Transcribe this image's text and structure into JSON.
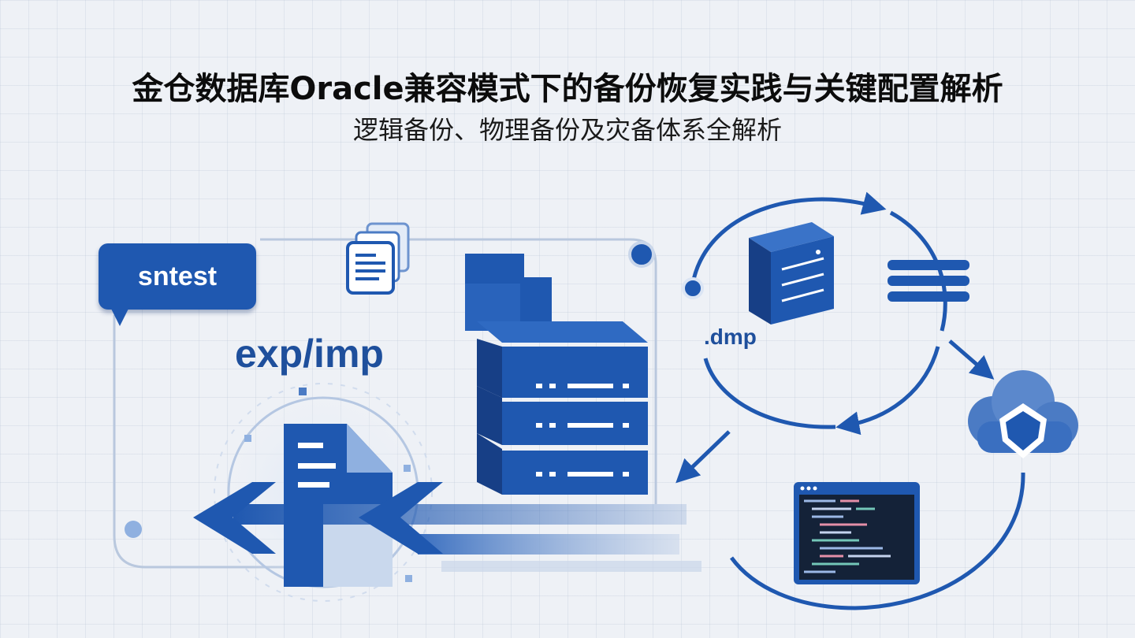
{
  "header": {
    "title": "金仓数据库Oracle兼容模式下的备份恢复实践与关键配置解析",
    "subtitle": "逻辑备份、物理备份及灾备体系全解析"
  },
  "diagram": {
    "user_label": "sntest",
    "tool_label": "exp/imp",
    "file_ext_label": ".dmp",
    "icons": [
      "document-stack-icon",
      "server-stack-icon",
      "document-icon",
      "server-icon",
      "list-icon",
      "cloud-shield-icon",
      "code-editor-icon",
      "arrow-left-icon",
      "cycle-arrow-icon"
    ],
    "colors": {
      "primary": "#1f58b0",
      "dark": "#173f86",
      "light": "#8fb0e0",
      "background": "#eef1f6"
    }
  }
}
